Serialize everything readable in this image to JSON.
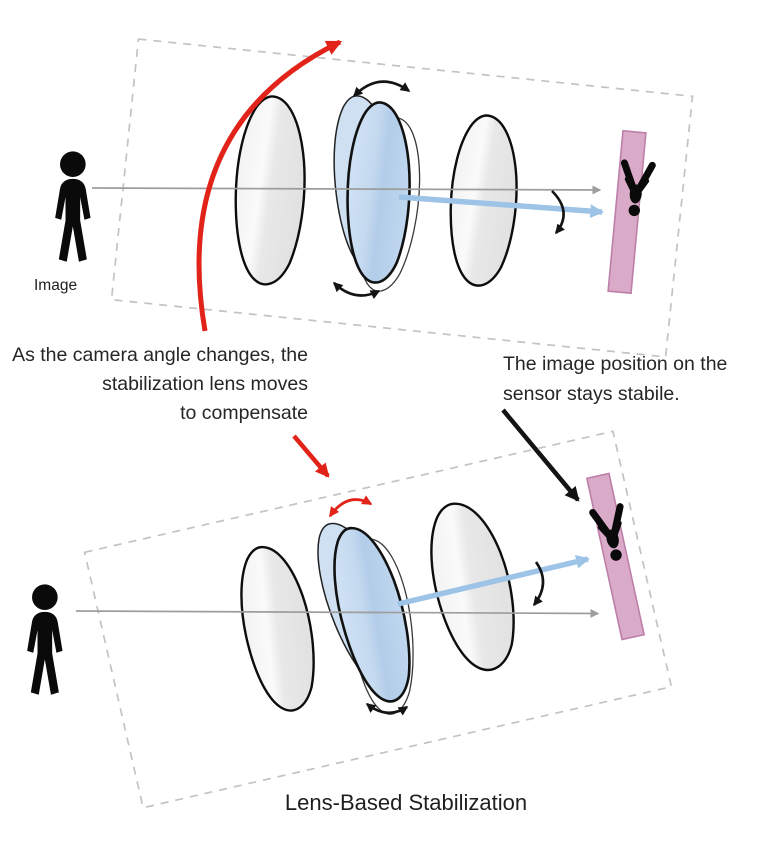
{
  "title": "Lens-Based Stabilization",
  "labels": {
    "image": "Image",
    "caption_left": "As the camera angle changes, the\nstabilization lens moves\nto compensate",
    "caption_right": "The image position on the\nsensor stays stabile."
  },
  "colors": {
    "red": "#e2231a",
    "ink": "#141414",
    "blue-arrow": "#9dc3e6",
    "axis": "#9d9d9d",
    "dash": "#c3c3c3",
    "sensor": "#d9abc8",
    "sensor-edge": "#bd7fa9",
    "text": "#262626"
  },
  "icons": {
    "subject_person": "person-icon",
    "inverted_image_person": "inverted-person-icon",
    "shake_arrow": "camera-shake-curved-arrow",
    "stabilization_lens": "stabilization-lens",
    "sensor": "image-sensor"
  }
}
